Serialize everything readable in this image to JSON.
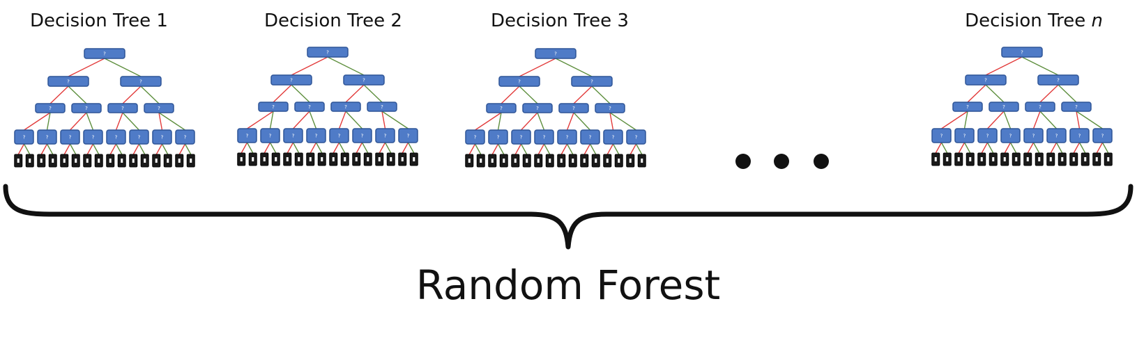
{
  "trees": [
    {
      "title": "Decision Tree 1",
      "title_parts": [
        "Decision Tree ",
        "1"
      ],
      "node_label": "?"
    },
    {
      "title": "Decision Tree 2",
      "title_parts": [
        "Decision Tree ",
        "2"
      ],
      "node_label": "?"
    },
    {
      "title": "Decision Tree 3",
      "title_parts": [
        "Decision Tree ",
        "3"
      ],
      "node_label": "?"
    },
    {
      "title": "Decision Tree n",
      "title_parts": [
        "Decision Tree ",
        "n"
      ],
      "node_label": "?"
    }
  ],
  "ellipsis": "...",
  "caption": "Random Forest",
  "colors": {
    "node_fill": "#4f7bc7",
    "left_edge": "#e23b3b",
    "right_edge": "#5e8f3e",
    "leaf": "#1a1a1a",
    "text": "#111111"
  }
}
